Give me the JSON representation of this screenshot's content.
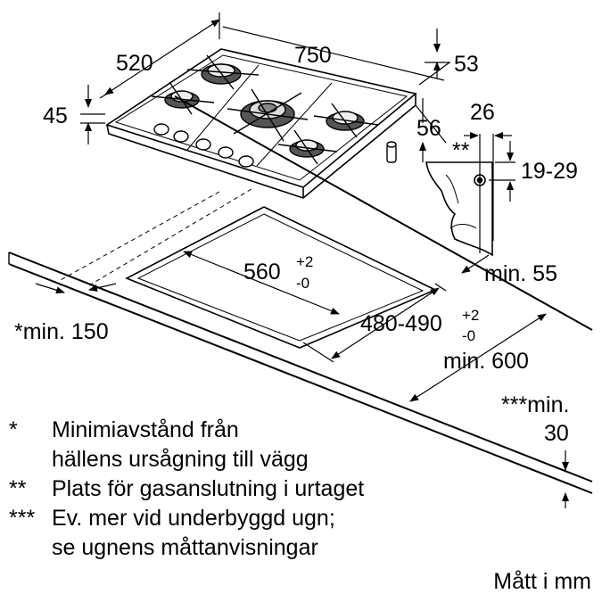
{
  "dimensions": {
    "depth": "520",
    "width": "750",
    "height_front": "45",
    "height_top": "53",
    "rear_offset": "56",
    "pipe_width": "26",
    "pipe_height": "19-29",
    "cutout_width": "560",
    "cutout_width_tol_plus": "+2",
    "cutout_width_tol_minus": "-0",
    "cutout_depth": "480-490",
    "cutout_depth_tol_plus": "+2",
    "cutout_depth_tol_minus": "-0",
    "min_wall": "*min. 150",
    "min_back": "min. 55",
    "min_counter": "min. 600",
    "min_bottom_label": "***min.",
    "min_bottom_value": "30",
    "gas_marker": "**"
  },
  "footnotes": [
    {
      "mark": "*",
      "text": "Minimiavstånd från"
    },
    {
      "mark": "",
      "text": "hällens ursågning till vägg"
    },
    {
      "mark": "**",
      "text": "Plats för gasanslutning i urtaget"
    },
    {
      "mark": "***",
      "text": "Ev. mer vid underbyggd ugn;"
    },
    {
      "mark": "",
      "text": "se ugnens måttanvisningar"
    }
  ],
  "units_note": "Mått i mm"
}
